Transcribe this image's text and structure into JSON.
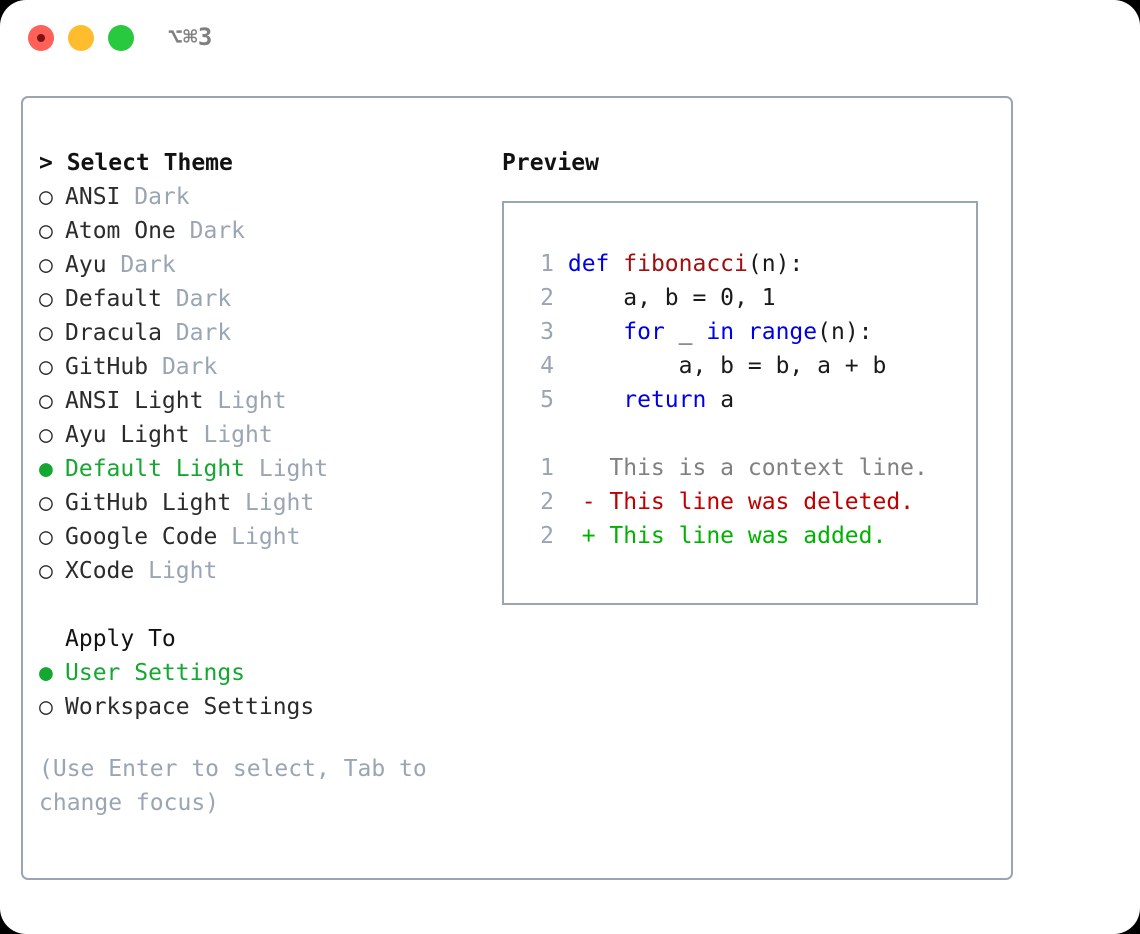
{
  "titlebar": {
    "shortcut_label": "⌥⌘3",
    "buttons": [
      {
        "name": "close",
        "color": "#ff6058"
      },
      {
        "name": "minimize",
        "color": "#ffbd2e"
      },
      {
        "name": "maximize",
        "color": "#28c83f"
      }
    ]
  },
  "colors": {
    "selected_green": "#14a832",
    "muted_gray": "#9aa5b4",
    "border": "#9aa5b4",
    "keyword_blue": "#0000e6",
    "function_red": "#a01010",
    "diff_deleted": "#c00000",
    "diff_added": "#00b200"
  },
  "theme_picker": {
    "header": "> Select Theme",
    "marker_selected": "●",
    "marker_unselected": "○",
    "items": [
      {
        "label": "ANSI",
        "suffix": "Dark",
        "selected": false
      },
      {
        "label": "Atom One",
        "suffix": "Dark",
        "selected": false
      },
      {
        "label": "Ayu",
        "suffix": "Dark",
        "selected": false
      },
      {
        "label": "Default",
        "suffix": "Dark",
        "selected": false
      },
      {
        "label": "Dracula",
        "suffix": "Dark",
        "selected": false
      },
      {
        "label": "GitHub",
        "suffix": "Dark",
        "selected": false
      },
      {
        "label": "ANSI Light",
        "suffix": "Light",
        "selected": false
      },
      {
        "label": "Ayu Light",
        "suffix": "Light",
        "selected": false
      },
      {
        "label": "Default Light",
        "suffix": "Light",
        "selected": true
      },
      {
        "label": "GitHub Light",
        "suffix": "Light",
        "selected": false
      },
      {
        "label": "Google Code",
        "suffix": "Light",
        "selected": false
      },
      {
        "label": "XCode",
        "suffix": "Light",
        "selected": false
      }
    ]
  },
  "apply_to": {
    "header": "Apply To",
    "items": [
      {
        "label": "User Settings",
        "selected": true
      },
      {
        "label": "Workspace Settings",
        "selected": false
      }
    ]
  },
  "hint": "(Use Enter to select, Tab to change focus)",
  "preview": {
    "title": "Preview",
    "code_lines": [
      {
        "number": "1",
        "tokens": [
          {
            "text": "def ",
            "kind": "kw"
          },
          {
            "text": "fibonacci",
            "kind": "fn"
          },
          {
            "text": "(n):",
            "kind": "plain"
          }
        ]
      },
      {
        "number": "2",
        "tokens": [
          {
            "text": "    a, b = 0, 1",
            "kind": "plain"
          }
        ]
      },
      {
        "number": "3",
        "tokens": [
          {
            "text": "    ",
            "kind": "plain"
          },
          {
            "text": "for",
            "kind": "kw"
          },
          {
            "text": " _ ",
            "kind": "plain"
          },
          {
            "text": "in ",
            "kind": "kw"
          },
          {
            "text": "range",
            "kind": "kw"
          },
          {
            "text": "(n):",
            "kind": "plain"
          }
        ]
      },
      {
        "number": "4",
        "tokens": [
          {
            "text": "        a, b = b, a + b",
            "kind": "plain"
          }
        ]
      },
      {
        "number": "5",
        "tokens": [
          {
            "text": "    ",
            "kind": "plain"
          },
          {
            "text": "return",
            "kind": "kw"
          },
          {
            "text": " a",
            "kind": "plain"
          }
        ]
      }
    ],
    "diff_lines": [
      {
        "number": "1",
        "sign": " ",
        "text": "This is a context line.",
        "kind": "ctx"
      },
      {
        "number": "2",
        "sign": "-",
        "text": "This line was deleted.",
        "kind": "del"
      },
      {
        "number": "2",
        "sign": "+",
        "text": "This line was added.",
        "kind": "add"
      }
    ]
  }
}
